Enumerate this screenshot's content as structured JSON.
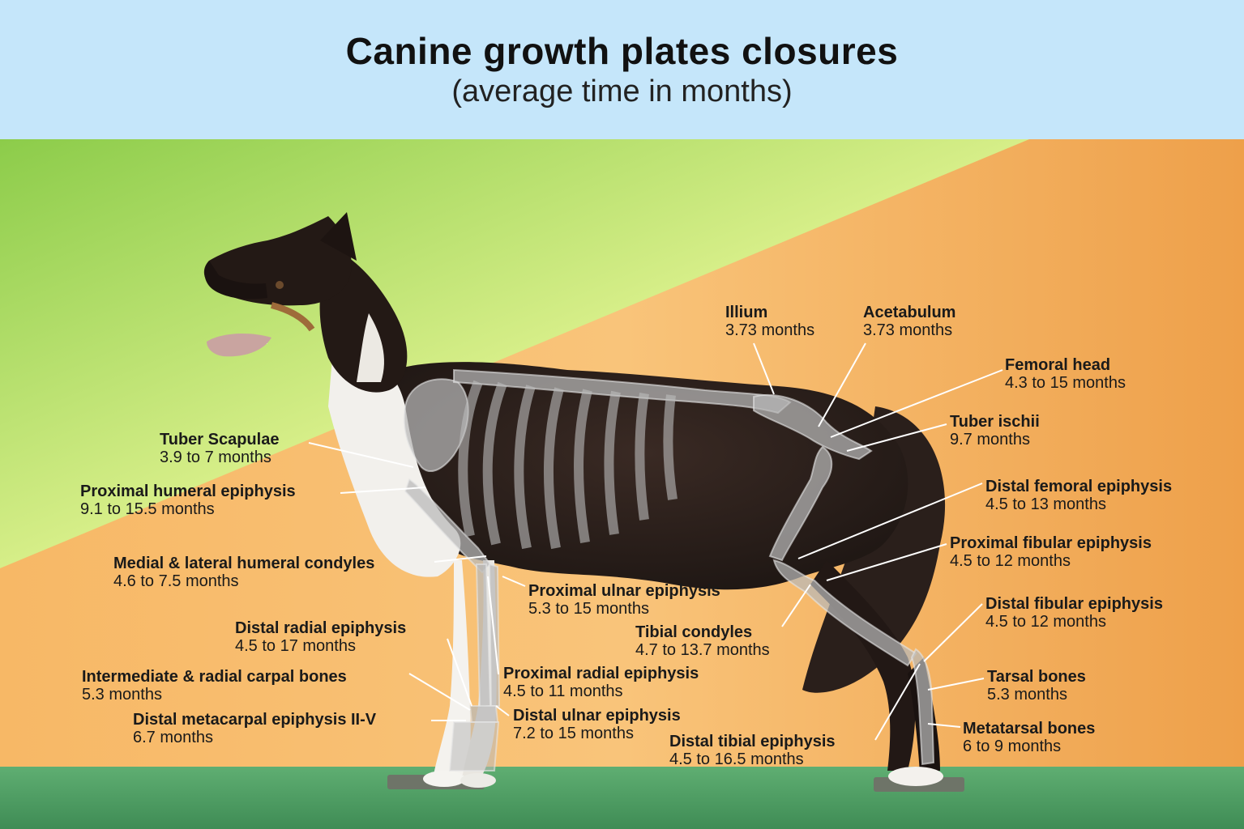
{
  "header": {
    "title": "Canine growth plates closures",
    "subtitle": "(average time in months)"
  },
  "colors": {
    "header_bg": "#c5e6fa",
    "green_bg": "#a8d96a",
    "orange_bg": "#f4ae55",
    "floor": "#5aa06a",
    "bone": "#b8b8b8",
    "text": "#1a1a1a"
  },
  "illustration": {
    "subject": "dog-photo",
    "overlay": "skeleton"
  },
  "labels": [
    {
      "id": "illium",
      "name": "Illium",
      "value": "3.73 months"
    },
    {
      "id": "acetabulum",
      "name": "Acetabulum",
      "value": "3.73 months"
    },
    {
      "id": "femoral-head",
      "name": "Femoral head",
      "value": "4.3 to 15 months"
    },
    {
      "id": "tuber-ischii",
      "name": "Tuber ischii",
      "value": "9.7 months"
    },
    {
      "id": "distal-femoral-epiphysis",
      "name": "Distal femoral epiphysis",
      "value": "4.5 to 13 months"
    },
    {
      "id": "proximal-fibular-epiphysis",
      "name": "Proximal fibular epiphysis",
      "value": "4.5 to 12 months"
    },
    {
      "id": "distal-fibular-epiphysis",
      "name": "Distal fibular epiphysis",
      "value": "4.5 to 12 months"
    },
    {
      "id": "tarsal-bones",
      "name": "Tarsal bones",
      "value": "5.3 months"
    },
    {
      "id": "metatarsal-bones",
      "name": "Metatarsal bones",
      "value": "6 to 9 months"
    },
    {
      "id": "tuber-scapulae",
      "name": "Tuber Scapulae",
      "value": "3.9 to 7 months"
    },
    {
      "id": "proximal-humeral-epiphysis",
      "name": "Proximal humeral epiphysis",
      "value": "9.1 to 15.5 months"
    },
    {
      "id": "humeral-condyles",
      "name": "Medial & lateral humeral condyles",
      "value": "4.6 to 7.5 months"
    },
    {
      "id": "proximal-ulnar-epiphysis",
      "name": "Proximal ulnar epiphysis",
      "value": "5.3 to 15 months"
    },
    {
      "id": "distal-radial-epiphysis",
      "name": "Distal radial epiphysis",
      "value": "4.5 to 17 months"
    },
    {
      "id": "tibial-condyles",
      "name": "Tibial condyles",
      "value": "4.7 to 13.7 months"
    },
    {
      "id": "carpal-bones",
      "name": "Intermediate & radial carpal bones",
      "value": "5.3 months"
    },
    {
      "id": "proximal-radial-epiphysis",
      "name": "Proximal radial epiphysis",
      "value": "4.5 to 11 months"
    },
    {
      "id": "distal-metacarpal-epiphysis",
      "name": "Distal metacarpal epiphysis II-V",
      "value": "6.7 months"
    },
    {
      "id": "distal-ulnar-epiphysis",
      "name": "Distal ulnar epiphysis",
      "value": "7.2 to 15 months"
    },
    {
      "id": "distal-tibial-epiphysis",
      "name": "Distal tibial epiphysis",
      "value": "4.5 to 16.5 months"
    }
  ]
}
